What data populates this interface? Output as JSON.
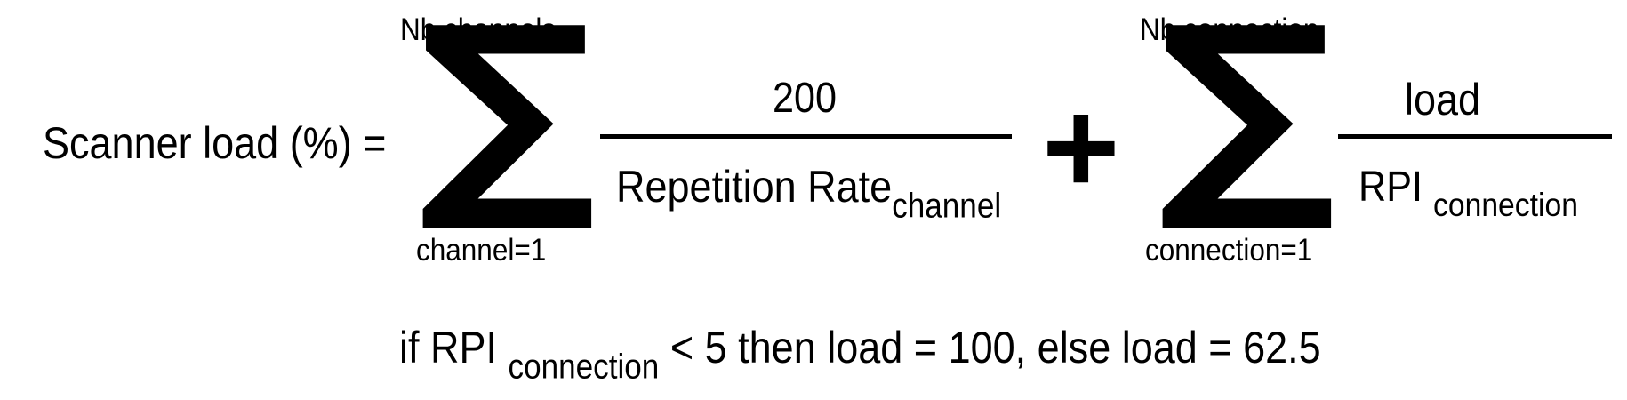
{
  "formula": {
    "lhs": "Scanner load (%) =",
    "sum1": {
      "symbol": "∑",
      "upper": "Nb channels",
      "lower": "channel=1",
      "numerator": "200",
      "denominator_main": "Repetition Rate",
      "denominator_sub": "channel"
    },
    "plus": "+",
    "sum2": {
      "symbol": "∑",
      "upper": "Nb connection",
      "lower": "connection=1",
      "numerator": "load",
      "denominator_main": "RPI",
      "denominator_sub": "connection"
    },
    "condition": {
      "prefix": "if RPI",
      "sub": "connection",
      "suffix": "< 5 then load = 100, else load = 62.5"
    }
  }
}
